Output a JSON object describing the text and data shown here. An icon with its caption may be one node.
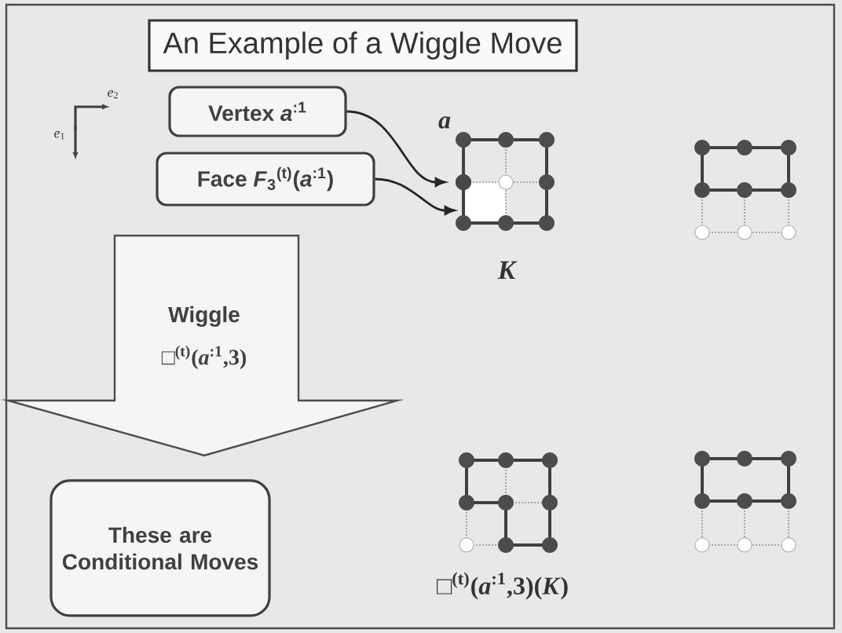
{
  "diagram": {
    "title": "An Example of a Wiggle Move",
    "nodes": [
      {
        "text": [
          "Vertex *a*$^{:1}$"
        ]
      },
      {
        "text": [
          "Face *F*$_{3}$$^{(t)}$(*a*$^{:1}$)"
        ]
      },
      {
        "text": [],
        "shape": "circle"
      },
      {
        "text": [],
        "shape": "box"
      },
      {
        "text": [
          "Wiggle",
          "□$^{(t)}$(*a*$^{:1}$,3)"
        ]
      },
      {
        "text": [
          "These are Conditional Moves"
        ]
      }
    ],
    "edges": [
      {
        "from": 0,
        "to": 2,
        "arrow": "to"
      },
      {
        "from": 1,
        "to": 3,
        "arrow": "to"
      }
    ],
    "labels": [
      "*e*$_{2}$",
      "*e*$_{1}$",
      "*a*",
      "*K*",
      "□$^{(t)}$(*a*$^{:1}$,3)(*K*)"
    ]
  }
}
